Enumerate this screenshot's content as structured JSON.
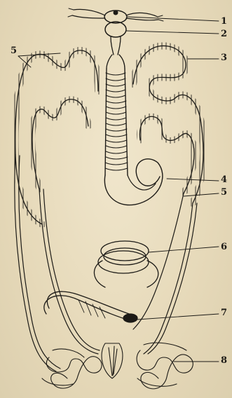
{
  "figure": {
    "labels": {
      "l1": "1",
      "l2": "2",
      "l3": "3",
      "l4": "4",
      "l5_left": "5",
      "l5_right": "5",
      "l6": "6",
      "l7": "7",
      "l8": "8"
    },
    "ink_color": "#1c1a16",
    "paper_color": "#e8dcc0"
  }
}
